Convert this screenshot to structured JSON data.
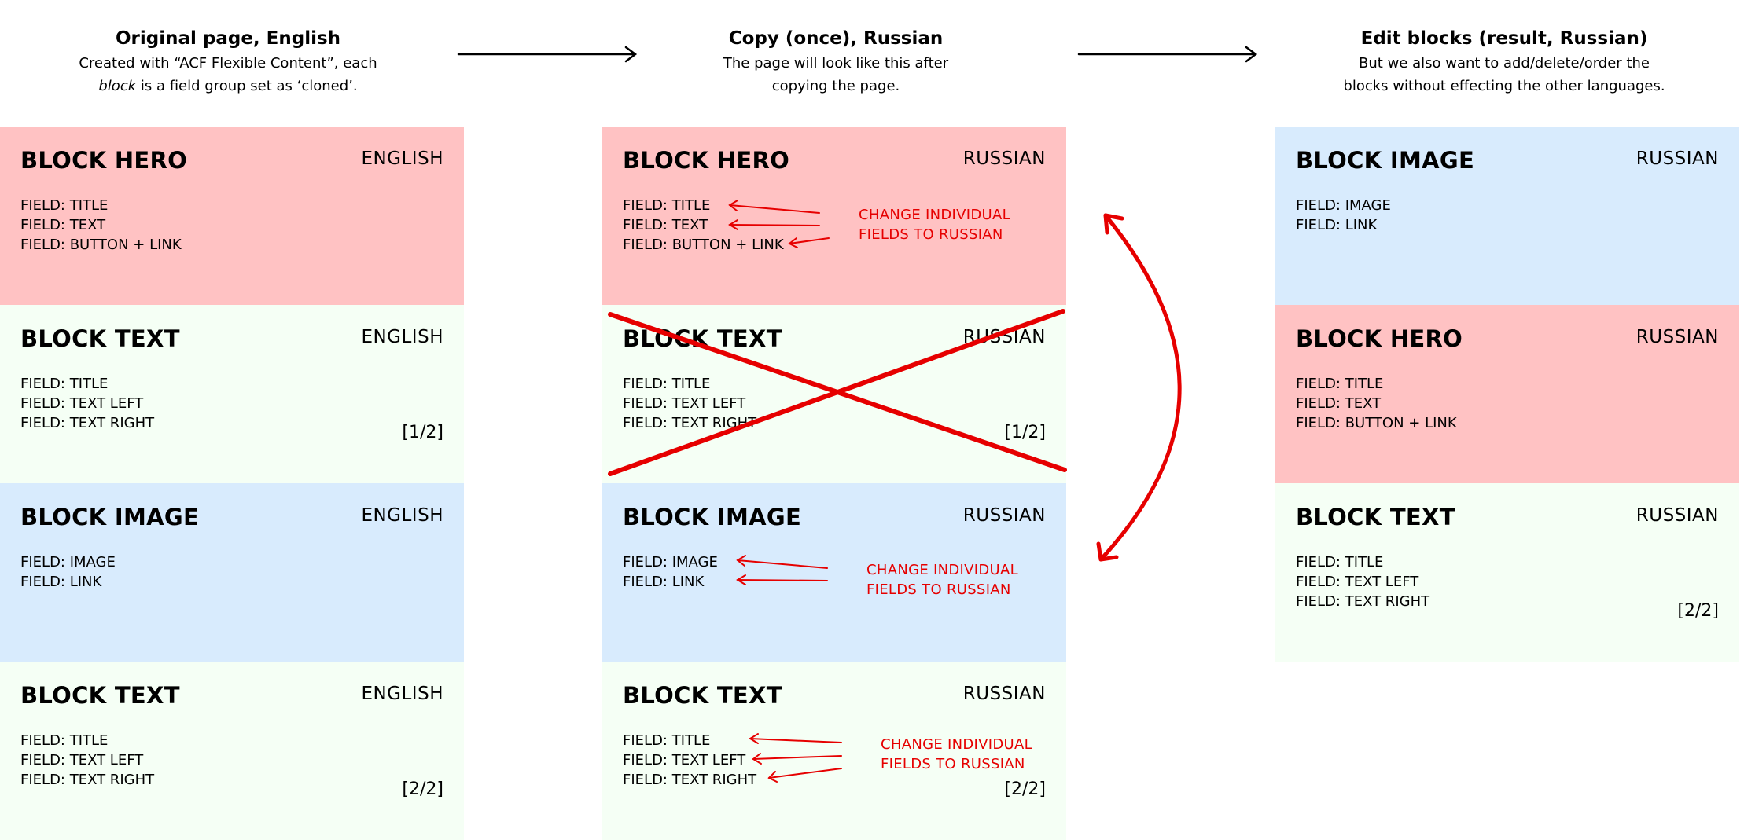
{
  "columns": [
    {
      "title": "Original page, English",
      "description_parts": [
        "Created with “ACF Flexible Content”, each",
        "block",
        " is a field group set as ‘cloned’."
      ],
      "blocks": [
        {
          "type": "hero",
          "name": "BLOCK HERO",
          "lang": "ENGLISH",
          "fields": [
            "FIELD: TITLE",
            "FIELD: TEXT",
            "FIELD: BUTTON + LINK"
          ],
          "part": ""
        },
        {
          "type": "text",
          "name": "BLOCK TEXT",
          "lang": "ENGLISH",
          "fields": [
            "FIELD: TITLE",
            "FIELD: TEXT LEFT",
            "FIELD: TEXT RIGHT"
          ],
          "part": "[1/2]"
        },
        {
          "type": "image",
          "name": "BLOCK IMAGE",
          "lang": "ENGLISH",
          "fields": [
            "FIELD: IMAGE",
            "FIELD: LINK"
          ],
          "part": ""
        },
        {
          "type": "text",
          "name": "BLOCK TEXT",
          "lang": "ENGLISH",
          "fields": [
            "FIELD: TITLE",
            "FIELD: TEXT LEFT",
            "FIELD: TEXT RIGHT"
          ],
          "part": "[2/2]"
        }
      ]
    },
    {
      "title": "Copy (once), Russian",
      "description_lines": [
        "The page will look like this after",
        "copying the page."
      ],
      "blocks": [
        {
          "type": "hero",
          "name": "BLOCK HERO",
          "lang": "RUSSIAN",
          "fields": [
            "FIELD: TITLE",
            "FIELD: TEXT",
            "FIELD: BUTTON + LINK"
          ],
          "part": ""
        },
        {
          "type": "text",
          "name": "BLOCK TEXT",
          "lang": "RUSSIAN",
          "fields": [
            "FIELD: TITLE",
            "FIELD: TEXT LEFT",
            "FIELD: TEXT RIGHT"
          ],
          "part": "[1/2]"
        },
        {
          "type": "image",
          "name": "BLOCK IMAGE",
          "lang": "RUSSIAN",
          "fields": [
            "FIELD: IMAGE",
            "FIELD: LINK"
          ],
          "part": ""
        },
        {
          "type": "text",
          "name": "BLOCK TEXT",
          "lang": "RUSSIAN",
          "fields": [
            "FIELD: TITLE",
            "FIELD: TEXT LEFT",
            "FIELD: TEXT RIGHT"
          ],
          "part": "[2/2]"
        }
      ],
      "annotations": [
        {
          "lines": [
            "CHANGE INDIVIDUAL",
            "FIELDS TO RUSSIAN"
          ]
        },
        {
          "lines": [
            "CHANGE INDIVIDUAL",
            "FIELDS TO RUSSIAN"
          ]
        },
        {
          "lines": [
            "CHANGE INDIVIDUAL",
            "FIELDS TO RUSSIAN"
          ]
        }
      ]
    },
    {
      "title": "Edit blocks (result, Russian)",
      "description_lines": [
        "But we also want to add/delete/order the",
        "blocks without effecting the other languages."
      ],
      "blocks": [
        {
          "type": "image",
          "name": "BLOCK IMAGE",
          "lang": "RUSSIAN",
          "fields": [
            "FIELD: IMAGE",
            "FIELD: LINK"
          ],
          "part": ""
        },
        {
          "type": "hero",
          "name": "BLOCK HERO",
          "lang": "RUSSIAN",
          "fields": [
            "FIELD: TITLE",
            "FIELD: TEXT",
            "FIELD: BUTTON + LINK"
          ],
          "part": ""
        },
        {
          "type": "text",
          "name": "BLOCK TEXT",
          "lang": "RUSSIAN",
          "fields": [
            "FIELD: TITLE",
            "FIELD: TEXT LEFT",
            "FIELD: TEXT RIGHT"
          ],
          "part": "[2/2]"
        }
      ]
    }
  ],
  "colors": {
    "hero": "#ffc2c3",
    "text": "#f5fff5",
    "image": "#d8ebfd",
    "annotation": "#e60000",
    "arrow": "#000000"
  }
}
